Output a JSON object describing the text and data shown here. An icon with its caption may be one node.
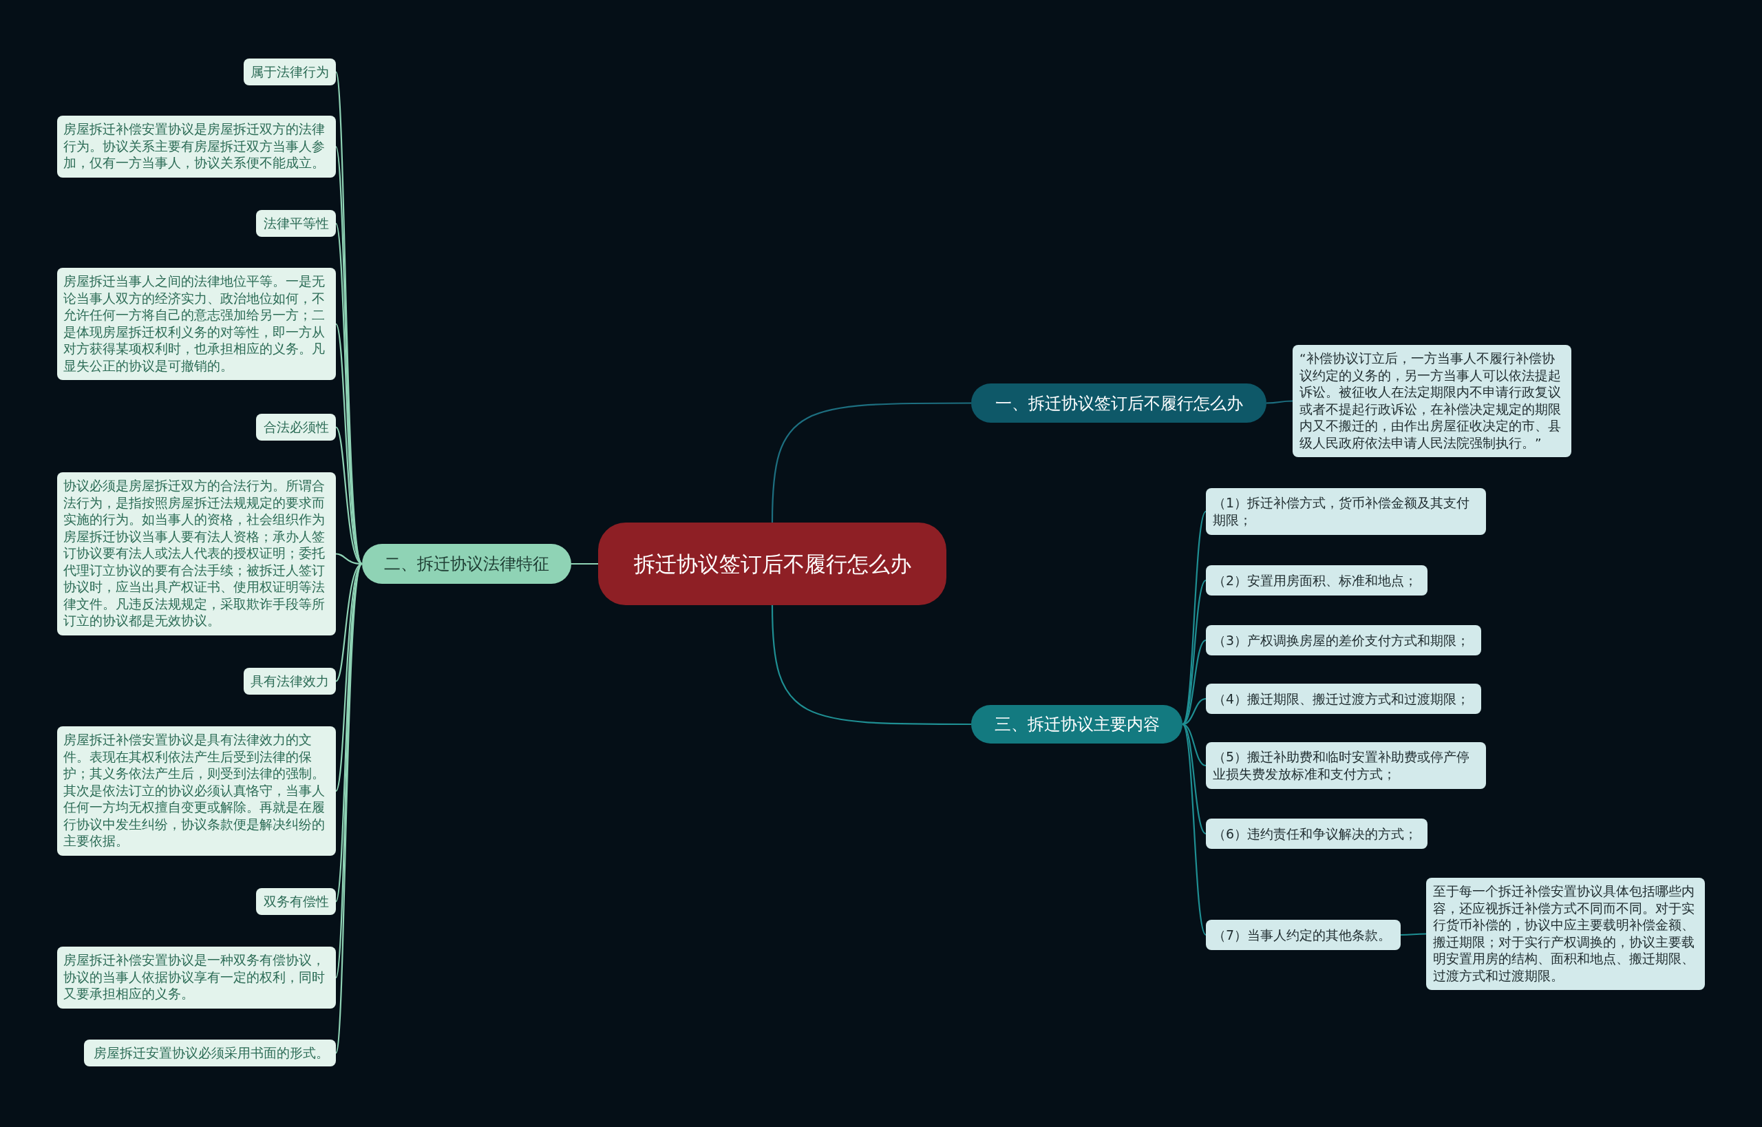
{
  "diagram": {
    "nodes": [
      {
        "text": [
          "拆迁协议签订后不履行怎么办"
        ]
      },
      {
        "text": [
          "一、拆迁协议签订后不履行怎么办"
        ]
      },
      {
        "text": [
          "“补偿协议订立后，一方当事人不履行补偿协议约定的义务的，另一方当事人可以依法提起诉讼。被征收人在法定期限内不申请行政复议或者不提起行政诉讼，在补偿决定规定的期限内又不搬迁的，由作出房屋征收决定的市、县级人民政府依法申请人民法院强制执行。”"
        ]
      },
      {
        "text": [
          "三、拆迁协议主要内容"
        ]
      },
      {
        "text": [
          "（1）拆迁补偿方式，货币补偿金额及其支付期限；"
        ]
      },
      {
        "text": [
          "（2）安置用房面积、标准和地点；"
        ]
      },
      {
        "text": [
          "（3）产权调换房屋的差价支付方式和期限；"
        ]
      },
      {
        "text": [
          "（4）搬迁期限、搬迁过渡方式和过渡期限；"
        ]
      },
      {
        "text": [
          "（5）搬迁补助费和临时安置补助费或停产停业损失费发放标准和支付方式；"
        ]
      },
      {
        "text": [
          "（6）违约责任和争议解决的方式；"
        ]
      },
      {
        "text": [
          "（7）当事人约定的其他条款。"
        ]
      },
      {
        "text": [
          "至于每一个拆迁补偿安置协议具体包括哪些内容，还应视拆迁补偿方式不同而不同。对于实行货币补偿的，协议中应主要载明补偿金额、搬迁期限；对于实行产权调换的，协议主要载明安置用房的结构、面积和地点、搬迁期限、过渡方式和过渡期限。"
        ]
      },
      {
        "text": [
          "二、拆迁协议法律特征"
        ]
      },
      {
        "text": [
          "属于法律行为"
        ]
      },
      {
        "text": [
          "房屋拆迁补偿安置协议是房屋拆迁双方的法律行为。协议关系主要有房屋拆迁双方当事人参加，仅有一方当事人，协议关系便不能成立。"
        ]
      },
      {
        "text": [
          "法律平等性"
        ]
      },
      {
        "text": [
          "房屋拆迁当事人之间的法律地位平等。一是无论当事人双方的经济实力、政治地位如何，不允许任何一方将自己的意志强加给另一方；二是体现房屋拆迁权利义务的对等性，即一方从对方获得某项权利时，也承担相应的义务。凡显失公正的协议是可撤销的。"
        ]
      },
      {
        "text": [
          "合法必须性"
        ]
      },
      {
        "text": [
          "协议必须是房屋拆迁双方的合法行为。所谓合法行为，是指按照房屋拆迁法规规定的要求而实施的行为。如当事人的资格，社会组织作为房屋拆迁协议当事人要有法人资格；承办人签订协议要有法人或法人代表的授权证明；委托代理订立协议的要有合法手续；被拆迁人签订协议时，应当出具产权证书、使用权证明等法律文件。凡违反法规规定，采取欺诈手段等所订立的协议都是无效协议。"
        ]
      },
      {
        "text": [
          "具有法律效力"
        ]
      },
      {
        "text": [
          "房屋拆迁补偿安置协议是具有法律效力的文件。表现在其权利依法产生后受到法律的保护；其义务依法产生后，则受到法律的强制。其次是依法订立的协议必须认真恪守，当事人任何一方均无权擅自变更或解除。再就是在履行协议中发生纠纷，协议条款便是解决纠纷的主要依据。"
        ]
      },
      {
        "text": [
          "双务有偿性"
        ]
      },
      {
        "text": [
          "房屋拆迁补偿安置协议是一种双务有偿协议，协议的当事人依据协议享有一定的权利，同时又要承担相应的义务。"
        ]
      },
      {
        "text": [
          "房屋拆迁安置协议必须采用书面的形式。"
        ]
      }
    ],
    "edges": [
      {
        "from": 0,
        "to": 1,
        "arrow": "none",
        "color": "#1d6f80"
      },
      {
        "from": 1,
        "to": 2,
        "arrow": "none",
        "color": "#1d6f80"
      },
      {
        "from": 0,
        "to": 3,
        "arrow": "none",
        "color": "#1f8f93"
      },
      {
        "from": 3,
        "to": 4,
        "arrow": "none",
        "color": "#1f8f93"
      },
      {
        "from": 3,
        "to": 5,
        "arrow": "none",
        "color": "#1f8f93"
      },
      {
        "from": 3,
        "to": 6,
        "arrow": "none",
        "color": "#1f8f93"
      },
      {
        "from": 3,
        "to": 7,
        "arrow": "none",
        "color": "#1f8f93"
      },
      {
        "from": 3,
        "to": 8,
        "arrow": "none",
        "color": "#1f8f93"
      },
      {
        "from": 3,
        "to": 9,
        "arrow": "none",
        "color": "#1f8f93"
      },
      {
        "from": 3,
        "to": 10,
        "arrow": "none",
        "color": "#1f8f93"
      },
      {
        "from": 10,
        "to": 11,
        "arrow": "none",
        "color": "#1f8f93"
      },
      {
        "from": 0,
        "to": 12,
        "arrow": "none"
      },
      {
        "from": 12,
        "to": 13,
        "arrow": "none"
      },
      {
        "from": 12,
        "to": 14,
        "arrow": "none"
      },
      {
        "from": 12,
        "to": 15,
        "arrow": "none"
      },
      {
        "from": 12,
        "to": 16,
        "arrow": "none"
      },
      {
        "from": 12,
        "to": 17,
        "arrow": "none"
      },
      {
        "from": 12,
        "to": 18,
        "arrow": "none"
      },
      {
        "from": 12,
        "to": 19,
        "arrow": "none"
      },
      {
        "from": 12,
        "to": 20,
        "arrow": "none"
      },
      {
        "from": 12,
        "to": 21,
        "arrow": "none"
      },
      {
        "from": 12,
        "to": 22,
        "arrow": "none"
      },
      {
        "from": 12,
        "to": 23,
        "arrow": "none"
      }
    ]
  }
}
